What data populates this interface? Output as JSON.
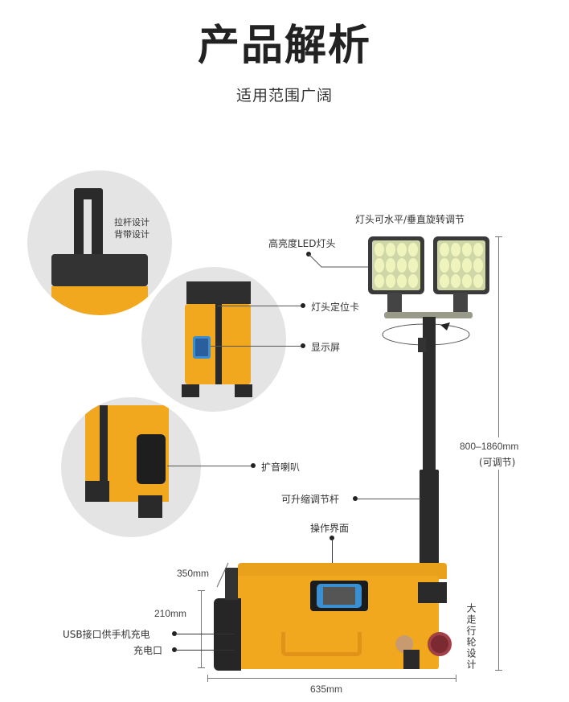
{
  "header": {
    "title": "产品解析",
    "subtitle": "适用范围广阔"
  },
  "callouts": {
    "handle": [
      "拉杆设计",
      "背带设计"
    ],
    "lamp_lock": "灯头定位卡",
    "display": "显示屏",
    "speaker": "扩音喇叭",
    "led_head": "高亮度LED灯头",
    "rotation": "灯头可水平/垂直旋转调节",
    "telescopic_pole": "可升缩调节杆",
    "control_panel": "操作界面",
    "usb": "USB接口供手机充电",
    "charge_port": "充电口",
    "wheels": "大走行轮设计"
  },
  "dimensions": {
    "height_range": "800–1860mm",
    "height_note": "(可调节)",
    "depth": "350mm",
    "height": "210mm",
    "width": "635mm"
  },
  "colors": {
    "body_yellow": "#f2a81e",
    "dark": "#2a2a2a",
    "screen_blue": "#3a8fd0",
    "led": "#e8f0b0"
  }
}
